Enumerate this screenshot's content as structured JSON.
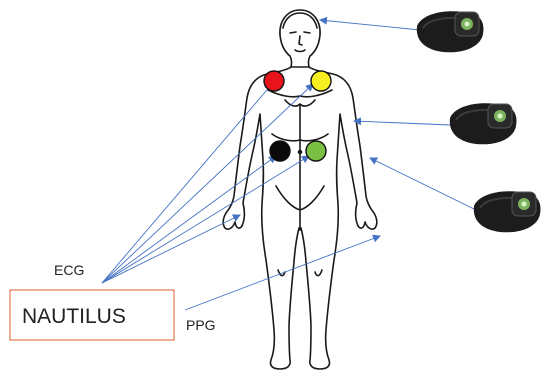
{
  "labels": {
    "device_box": "NAUTILUS",
    "ecg": "ECG",
    "ppg": "PPG"
  },
  "electrodes": [
    {
      "name": "electrode-red",
      "color": "#e8141c"
    },
    {
      "name": "electrode-yellow",
      "color": "#f7ef22"
    },
    {
      "name": "electrode-black",
      "color": "#0a0a0a"
    },
    {
      "name": "electrode-green",
      "color": "#7ac143"
    }
  ],
  "colors": {
    "arrow": "#4472c4",
    "device_box_border": "#e07b4f",
    "body_outline": "#1a1a1a",
    "band": "#1c1c1c"
  },
  "armbands": [
    {
      "name": "armband-head",
      "target": "head"
    },
    {
      "name": "armband-upper-arm",
      "target": "upper arm"
    },
    {
      "name": "armband-forearm",
      "target": "forearm"
    }
  ]
}
